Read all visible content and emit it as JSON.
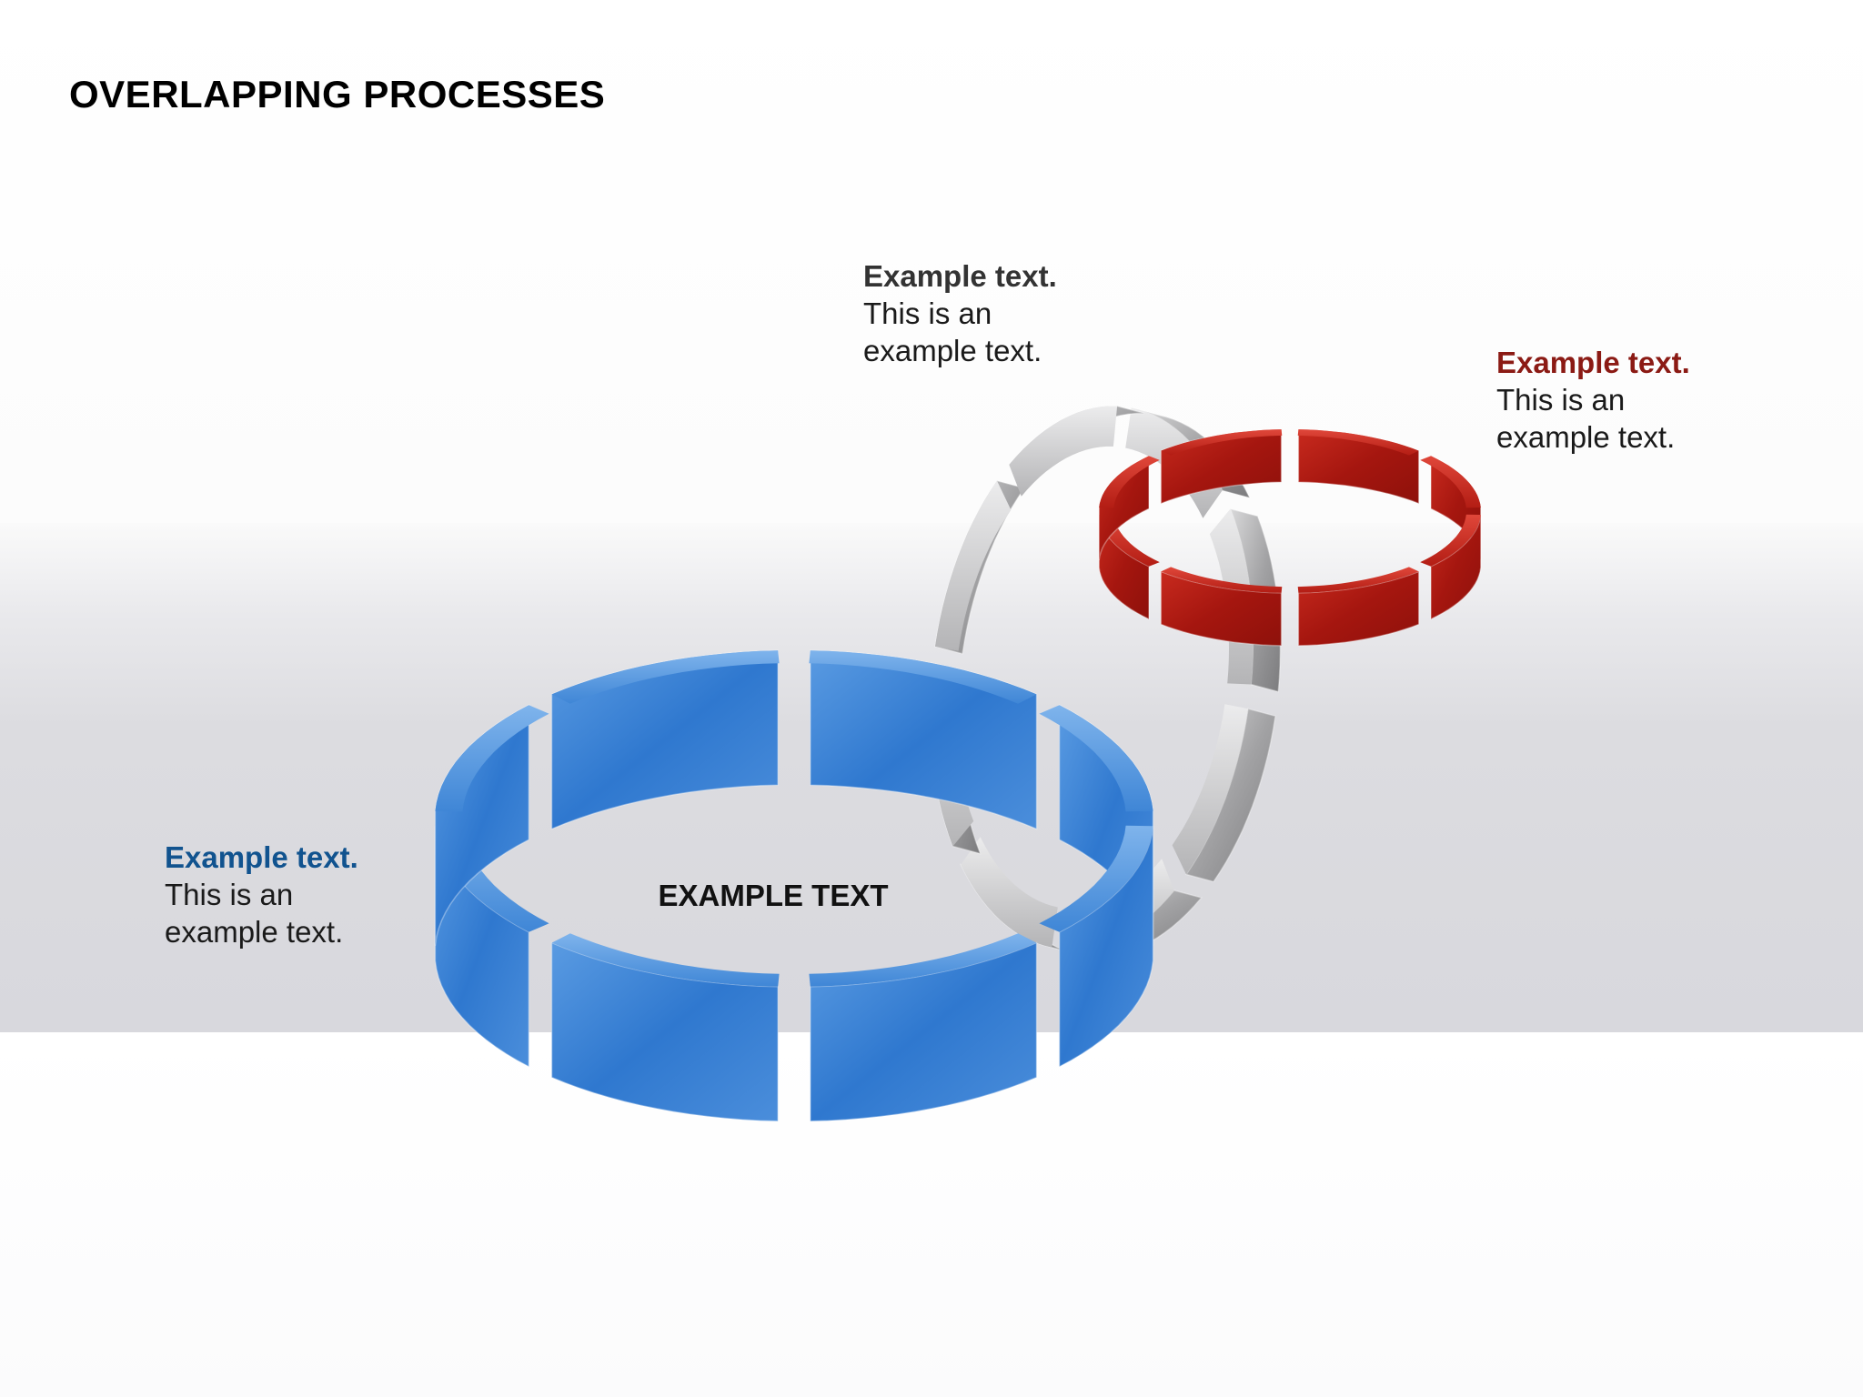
{
  "title": "OVERLAPPING PROCESSES",
  "center_label": "EXAMPLE TEXT",
  "rings": [
    {
      "id": "blue",
      "color": "#3d84d6",
      "label": {
        "heading": "Example text.",
        "line1": "This is an",
        "line2": "example text."
      }
    },
    {
      "id": "gray",
      "color": "#a9a9ab",
      "label": {
        "heading": "Example text.",
        "line1": "This is an",
        "line2": "example text."
      }
    },
    {
      "id": "red",
      "color": "#b81e14",
      "label": {
        "heading": "Example text.",
        "line1": "This is an",
        "line2": "example text."
      }
    }
  ],
  "segments_per_ring": 8
}
